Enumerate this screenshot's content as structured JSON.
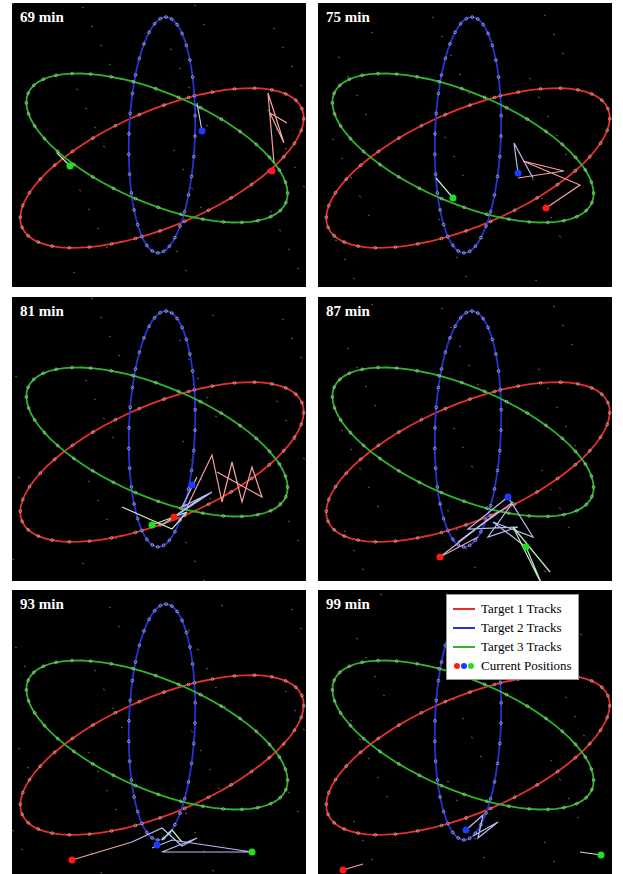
{
  "diagram": {
    "labels": [
      "69 min",
      "75 min",
      "81 min",
      "87 min",
      "93 min",
      "99 min"
    ],
    "legend": [
      {
        "text": "Target 1 Tracks",
        "color": "#e8302a"
      },
      {
        "text": "Target 2 Tracks",
        "color": "#2433d6"
      },
      {
        "text": "Target 3 Tracks",
        "color": "#2db52a"
      },
      {
        "text": "Current Positions"
      }
    ]
  }
}
